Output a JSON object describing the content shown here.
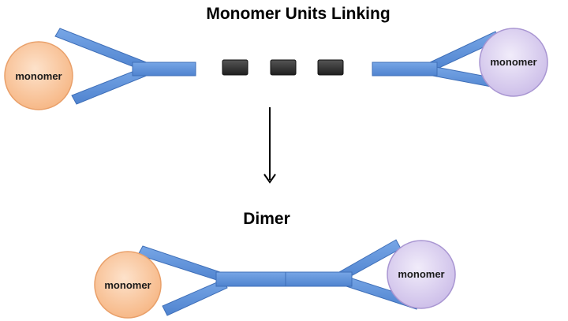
{
  "title": "Monomer Units Linking",
  "product_label": "Dimer",
  "top_left_monomer": {
    "label": "monomer"
  },
  "top_right_monomer": {
    "label": "monomer"
  },
  "bottom_left_monomer": {
    "label": "monomer"
  },
  "bottom_right_monomer": {
    "label": "monomer"
  },
  "colors": {
    "arm_fill": "#5b8fd9",
    "arm_stroke": "#3f6fb8",
    "orange_monomer_fill": "#f9c194",
    "orange_monomer_stroke": "#e9a06a",
    "purple_monomer_fill": "#d9cdef",
    "purple_monomer_stroke": "#a996d2",
    "linker_fill": "#2e2e2e",
    "arrow": "#000000"
  }
}
